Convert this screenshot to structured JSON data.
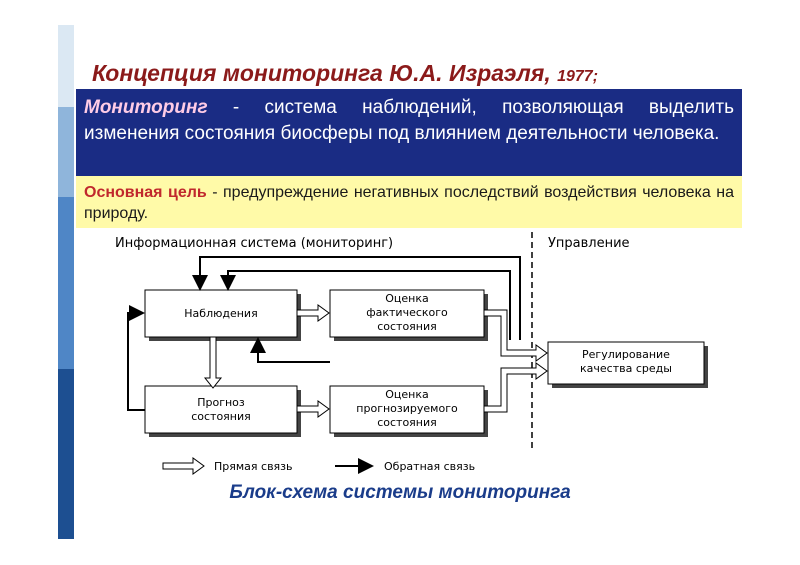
{
  "title": {
    "main": "Концепция мониторинга Ю.А. Израэля,",
    "year": "1977;"
  },
  "definition": {
    "term": "Мониторинг",
    "text": " - система наблюдений, позволяющая выделить изменения состояния биосферы под влиянием деятельности человека."
  },
  "goal": {
    "term": "Основная цель",
    "text": " - предупреждение негативных последствий воздействия человека на природу."
  },
  "diagram": {
    "section_info": "Информационная система (мониторинг)",
    "section_control": "Управление",
    "box_observation": "Наблюдения",
    "box_actual": [
      "Оценка",
      "фактического",
      "состояния"
    ],
    "box_forecast": [
      "Прогноз",
      "состояния"
    ],
    "box_predicted": [
      "Оценка",
      "прогнозируемого",
      "состояния"
    ],
    "box_regulation": [
      "Регулирование",
      "качества среды"
    ],
    "legend_direct": "Прямая связь",
    "legend_feedback": "Обратная связь"
  },
  "caption": "Блок-схема системы мониторинга"
}
